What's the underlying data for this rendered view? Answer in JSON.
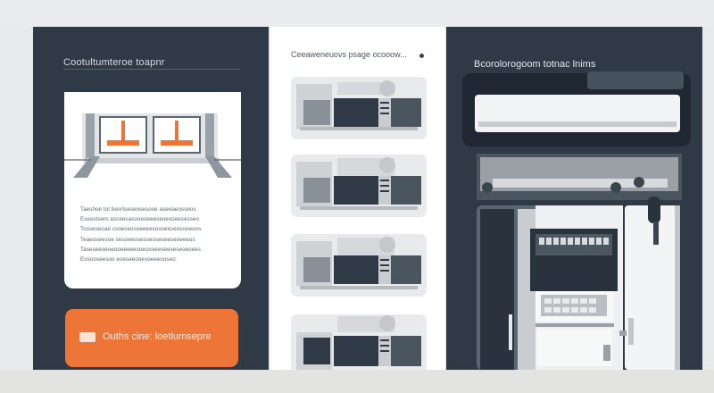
{
  "left_panel": {
    "title": "Cootultumteroe toapnr",
    "card": {
      "text_lines": [
        "Taeshoe tot besrtseseosesooe aseeaeosseos",
        "Eseestsers asceesasooeoeeeseoesoeesesseo",
        "Tosseseoae csoeseosoeeeesosoeeseosooeoos",
        "Teaeoseesoe sesoeeosesseoseseeseoeeeos",
        "Taseseeoeoeooeeeeesoeosoeeseeseseoeoees",
        "Eosooseesoo eoeseeooesoeeeooseo"
      ]
    },
    "cta_label": "Ouths cine: loetlumsepre"
  },
  "middle_panel": {
    "title": "Ceeaweneuovs psage ocooow...",
    "thumbnails": [
      {
        "name": "thumbnail-1"
      },
      {
        "name": "thumbnail-2"
      },
      {
        "name": "thumbnail-3"
      },
      {
        "name": "thumbnail-4"
      }
    ]
  },
  "right_panel": {
    "title": "Bcorolorogoom totnac lnims"
  },
  "colors": {
    "panel_dark": "#2f3a46",
    "accent_orange": "#ee7538",
    "card_white": "#ffffff",
    "background": "#e7e9ea"
  },
  "icons": [
    "card-illustration-icon",
    "cta-icon",
    "more-dot-icon",
    "thumbnail-machine-icon",
    "appliance-illustration-icon"
  ]
}
